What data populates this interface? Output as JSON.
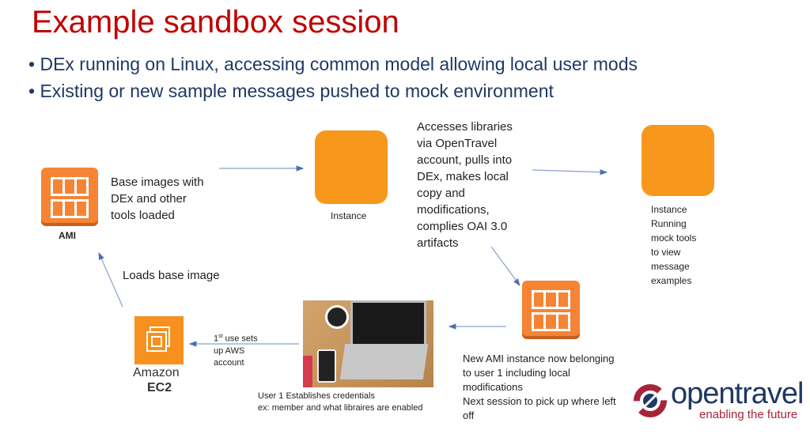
{
  "title": "Example sandbox session",
  "bullets": [
    "DEx running on Linux, accessing common model allowing local user mods",
    "Existing or new sample messages pushed to mock environment"
  ],
  "nodes": {
    "ami_label": "AMI",
    "ami_desc": [
      "Base images with",
      "DEx and other",
      "tools loaded"
    ],
    "instance1_label": "Instance",
    "instance1_desc": [
      "Accesses libraries",
      "via OpenTravel",
      "account, pulls into",
      "DEx, makes local",
      "copy and",
      "modifications,",
      "complies OAI 3.0",
      "artifacts"
    ],
    "instance2_desc": [
      "Instance",
      "Running",
      "mock tools",
      "to view",
      "message",
      "examples"
    ],
    "new_ami_desc": [
      "New AMI instance now belonging",
      "to user 1 including local",
      "modifications",
      "Next session to pick up where left",
      "off"
    ],
    "user_caption": [
      "User 1 Establishes credentials",
      "ex: member and what libraires are enabled"
    ],
    "aws_setup": [
      "1",
      "st",
      " use sets",
      "up AWS",
      "account"
    ],
    "ec2_label1": "Amazon",
    "ec2_label2": "EC2",
    "loads_label": "Loads base image"
  },
  "logo": {
    "name": "opentravel",
    "tagline": "enabling the future"
  },
  "colors": {
    "title": "#c00000",
    "text": "#1f3864",
    "orange": "#f58534",
    "arrow": "#4a6fb5"
  }
}
